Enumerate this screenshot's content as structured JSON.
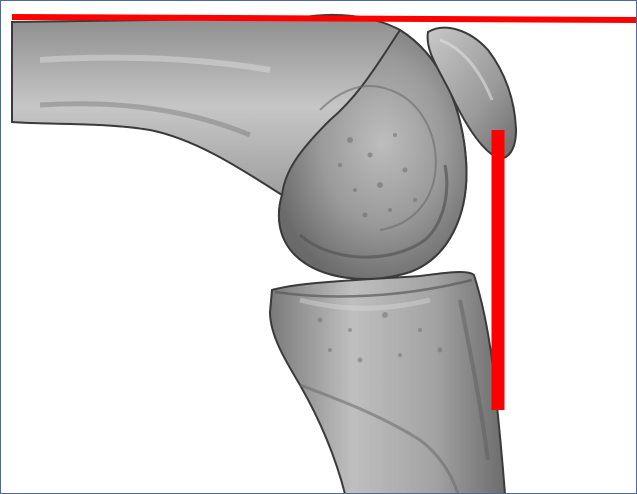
{
  "image": {
    "subject": "lateral-knee-joint-bones",
    "colors": {
      "background": "#ffffff",
      "bone_fill": "#a9a9a9",
      "bone_shadow": "#6f6f6f",
      "bone_highlight": "#d6d6d6",
      "bone_outline": "#3a3a3a",
      "marker_line": "#ff0000",
      "frame_border": "#4b6a9a"
    },
    "annotations": [
      {
        "name": "horizontal-reference-line",
        "color": "#ff0000"
      },
      {
        "name": "vertical-reference-line",
        "color": "#ff0000"
      }
    ],
    "icons": [
      "femur-shape",
      "patella-shape",
      "tibia-shape"
    ]
  }
}
